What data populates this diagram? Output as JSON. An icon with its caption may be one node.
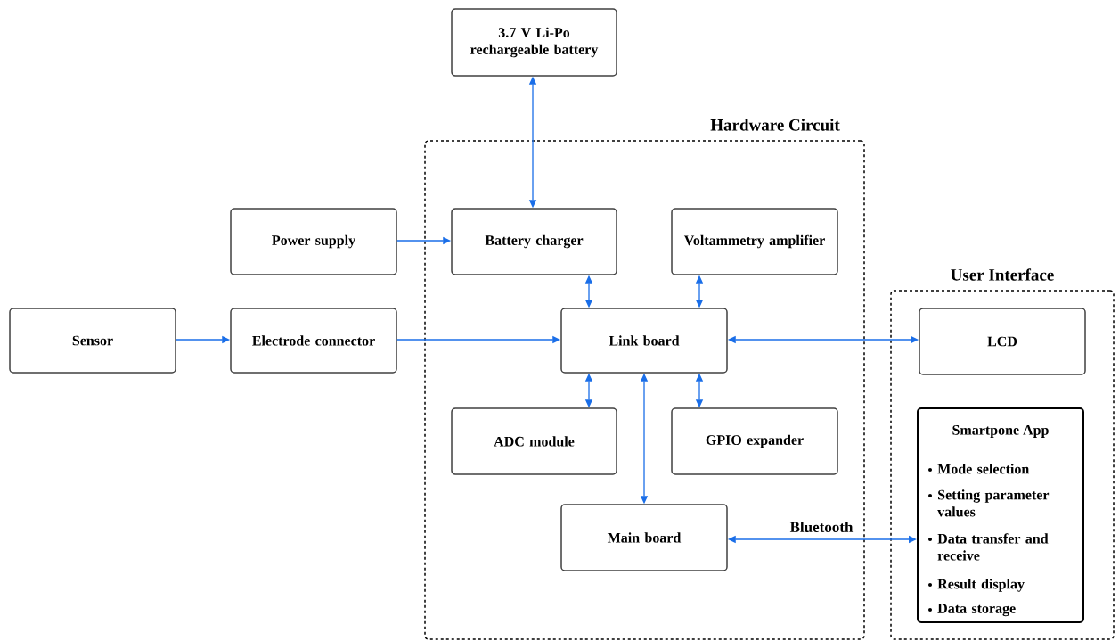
{
  "diagram": {
    "nodes": [
      {
        "text": [
          "3.7 V Li-Po rechargeable battery"
        ]
      },
      {
        "text": [
          "Hardware Circuit"
        ]
      },
      {
        "text": [
          "Power supply"
        ]
      },
      {
        "text": [
          "Battery charger"
        ],
        "in": 1
      },
      {
        "text": [
          "Voltammetry amplifier"
        ],
        "in": 1
      },
      {
        "text": [
          "User Interface"
        ]
      },
      {
        "text": [
          "Sensor"
        ]
      },
      {
        "text": [
          "Electrode connector"
        ]
      },
      {
        "text": [
          "Link board"
        ],
        "in": 1
      },
      {
        "text": [
          "LCD"
        ],
        "in": 5
      },
      {
        "text": [
          "ADC module"
        ],
        "in": 1
      },
      {
        "text": [
          "GPIO expander"
        ],
        "in": 1
      },
      {
        "text": [
          "Smartpone App",
          "Mode selection",
          "Setting parameter values",
          "Data transfer and receive",
          "Result display",
          "Data storage"
        ],
        "in": 5
      },
      {
        "text": [
          "Main board"
        ],
        "in": 1
      }
    ],
    "edges": [
      {
        "from": 0,
        "to": 3,
        "arrow": "both"
      },
      {
        "from": 2,
        "to": 3,
        "arrow": "to"
      },
      {
        "from": 6,
        "to": 7,
        "arrow": "to"
      },
      {
        "from": 7,
        "to": 8,
        "arrow": "to"
      },
      {
        "from": 3,
        "to": 8,
        "arrow": "both"
      },
      {
        "from": 4,
        "to": 8,
        "arrow": "both"
      },
      {
        "from": 8,
        "to": 9,
        "arrow": "both"
      },
      {
        "from": 8,
        "to": 10,
        "arrow": "both"
      },
      {
        "from": 8,
        "to": 11,
        "arrow": "both"
      },
      {
        "from": 8,
        "to": 13,
        "arrow": "both"
      },
      {
        "from": 13,
        "to": 12,
        "label": "Bluetooth",
        "arrow": "both"
      }
    ]
  }
}
